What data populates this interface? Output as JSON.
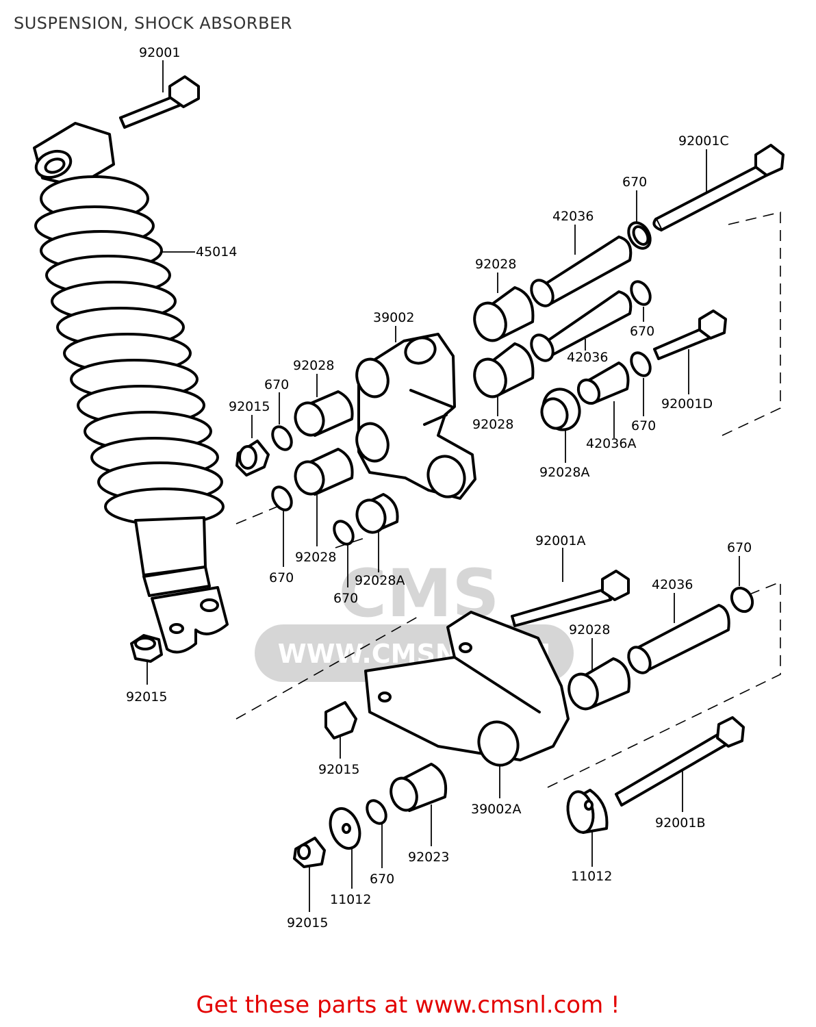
{
  "title": "SUSPENSION, SHOCK ABSORBER",
  "footer": "Get these parts at www.cmsnl.com !",
  "watermark": {
    "text": "CMS",
    "url": "WWW.CMSNL.COM",
    "color": "#d0d0d0"
  },
  "colors": {
    "footer": "#e30000",
    "title": "#333333",
    "line": "#000000"
  },
  "labels": [
    {
      "id": "92001",
      "text": "92001"
    },
    {
      "id": "45014",
      "text": "45014"
    },
    {
      "id": "92001C",
      "text": "92001C"
    },
    {
      "id": "670-top",
      "text": "670"
    },
    {
      "id": "42036-top",
      "text": "42036"
    },
    {
      "id": "92028-top",
      "text": "92028"
    },
    {
      "id": "39002",
      "text": "39002"
    },
    {
      "id": "670-mid-right",
      "text": "670"
    },
    {
      "id": "42036-mid",
      "text": "42036"
    },
    {
      "id": "92028-left-top",
      "text": "92028"
    },
    {
      "id": "670-left-top",
      "text": "670"
    },
    {
      "id": "92015-left",
      "text": "92015"
    },
    {
      "id": "92028-right-mid",
      "text": "92028"
    },
    {
      "id": "42036A",
      "text": "42036A"
    },
    {
      "id": "92001D",
      "text": "92001D"
    },
    {
      "id": "670-right-low",
      "text": "670"
    },
    {
      "id": "92028A-right",
      "text": "92028A"
    },
    {
      "id": "670-left-low",
      "text": "670"
    },
    {
      "id": "92028-left-low",
      "text": "92028"
    },
    {
      "id": "92028A-center",
      "text": "92028A"
    },
    {
      "id": "670-center",
      "text": "670"
    },
    {
      "id": "92015-shock",
      "text": "92015"
    },
    {
      "id": "92001A",
      "text": "92001A"
    },
    {
      "id": "670-far-right",
      "text": "670"
    },
    {
      "id": "42036-low",
      "text": "42036"
    },
    {
      "id": "92028-low",
      "text": "92028"
    },
    {
      "id": "92015-low",
      "text": "92015"
    },
    {
      "id": "39002A",
      "text": "39002A"
    },
    {
      "id": "92001B",
      "text": "92001B"
    },
    {
      "id": "92023",
      "text": "92023"
    },
    {
      "id": "670-bottom",
      "text": "670"
    },
    {
      "id": "11012-left",
      "text": "11012"
    },
    {
      "id": "11012-right",
      "text": "11012"
    },
    {
      "id": "92015-bottom",
      "text": "92015"
    }
  ]
}
